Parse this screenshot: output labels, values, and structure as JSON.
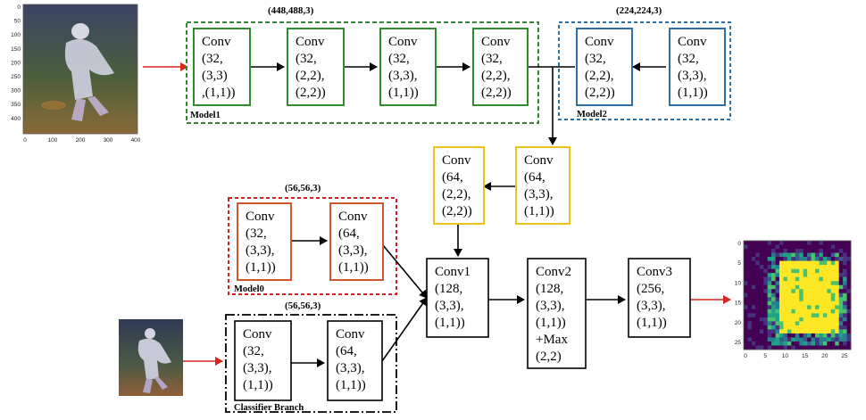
{
  "diagram": {
    "shapes": {
      "model1": "(448,488,3)",
      "model2": "(224,224,3)",
      "model0": "(56,56,3)",
      "classifier": "(56,56,3)"
    },
    "group_labels": {
      "model1": "Model1",
      "model2": "Model2",
      "model0": "Model0",
      "classifier": "Classifier Branch"
    },
    "nodes": {
      "m1a": [
        "Conv",
        "(32,",
        "(3,3)",
        ",(1,1))"
      ],
      "m1b": [
        "Conv",
        "(32,",
        "(2,2),",
        "(2,2))"
      ],
      "m1c": [
        "Conv",
        "(32,",
        "(3,3),",
        "(1,1))"
      ],
      "m1d": [
        "Conv",
        "(32,",
        "(2,2),",
        "(2,2))"
      ],
      "m2a": [
        "Conv",
        "(32,",
        "(2,2),",
        "(2,2))"
      ],
      "m2b": [
        "Conv",
        "(32,",
        "(3,3),",
        "(1,1))"
      ],
      "y1": [
        "Conv",
        "(64,",
        "(2,2),",
        "(2,2))"
      ],
      "y2": [
        "Conv",
        "(64,",
        "(3,3),",
        "(1,1))"
      ],
      "m0a": [
        "Conv",
        "(32,",
        "(3,3),",
        "(1,1))"
      ],
      "m0b": [
        "Conv",
        "(64,",
        "(3,3),",
        "(1,1))"
      ],
      "cba": [
        "Conv",
        "(32,",
        "(3,3),",
        "(1,1))"
      ],
      "cbb": [
        "Conv",
        "(64,",
        "(3,3),",
        "(1,1))"
      ],
      "conv1": [
        "Conv1",
        "(128,",
        "(3,3),",
        "(1,1))"
      ],
      "conv2": [
        "Conv2",
        "(128,",
        "(3,3),",
        "(1,1))",
        "+Max",
        "(2,2)"
      ],
      "conv3": [
        "Conv3",
        "(256,",
        "(3,3),",
        "(1,1))"
      ]
    },
    "input_plot": {
      "x_ticks": [
        "0",
        "100",
        "200",
        "300",
        "400"
      ],
      "y_ticks": [
        "0",
        "50",
        "100",
        "150",
        "200",
        "250",
        "300",
        "350",
        "400"
      ]
    },
    "output_plot": {
      "x_ticks": [
        "0",
        "5",
        "10",
        "15",
        "20",
        "25"
      ],
      "y_ticks": [
        "0",
        "5",
        "10",
        "15",
        "20",
        "25"
      ]
    },
    "colors": {
      "model1": "#2e8b2e",
      "model2": "#2f6fa8",
      "model0": "#d2562a",
      "yellow": "#e8c31a",
      "arrow_red": "#d7261c",
      "black": "#000000"
    }
  }
}
